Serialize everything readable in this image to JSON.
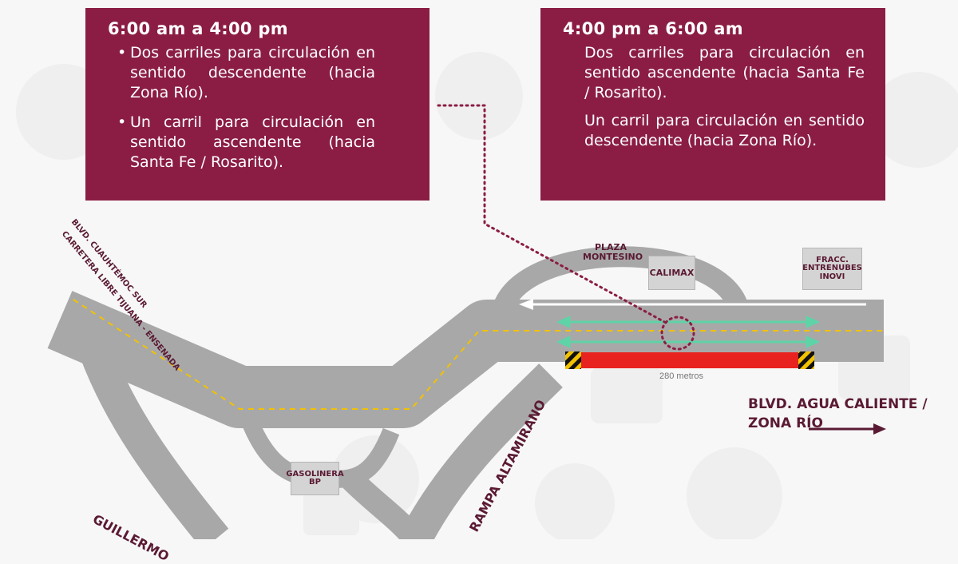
{
  "panel_left": {
    "title": "6:00 am a 4:00 pm",
    "bullet": "•",
    "items": [
      "Dos carriles para circulación en sentido descendente (hacia Zona Río).",
      "Un carril para circulación en sentido ascendente (hacia Santa Fe / Rosarito)."
    ]
  },
  "panel_right": {
    "title": "4:00 pm a 6:00 am",
    "items": [
      "Dos carriles para circulación en sentido ascendente (hacia Santa Fe / Rosarito).",
      "Un carril para circulación en sentido descendente (hacia Zona Río)."
    ]
  },
  "roads": {
    "blvd_cuauhtemoc_line1": "BLVD. CUAUHTÉMOC SUR",
    "blvd_cuauhtemoc_line2": "CARRETERA LIBRE TIJUANA - ENSENADA",
    "rampa": "RAMPA ALTAMIRANO",
    "guillermo": "GUILLERMO",
    "agua_caliente_line1": "BLVD. AGUA CALIENTE /",
    "agua_caliente_line2": "ZONA RÍO"
  },
  "places": {
    "plaza_line1": "PLAZA",
    "plaza_line2": "MONTESINO",
    "calimax": "CALIMAX",
    "fracc_line1": "FRACC.",
    "fracc_line2": "ENTRENUBES",
    "fracc_line3": "INOVI",
    "gasolinera_line1": "GASOLINERA",
    "gasolinera_line2": "BP"
  },
  "closure_length": "280 metros",
  "colors": {
    "panel": "#8b1d44",
    "road": "#a8a8a8",
    "closure": "#e8231f",
    "lane_arrow": "#5fd3a8",
    "center_line": "#f2c200",
    "label_text": "#5a1a33"
  }
}
